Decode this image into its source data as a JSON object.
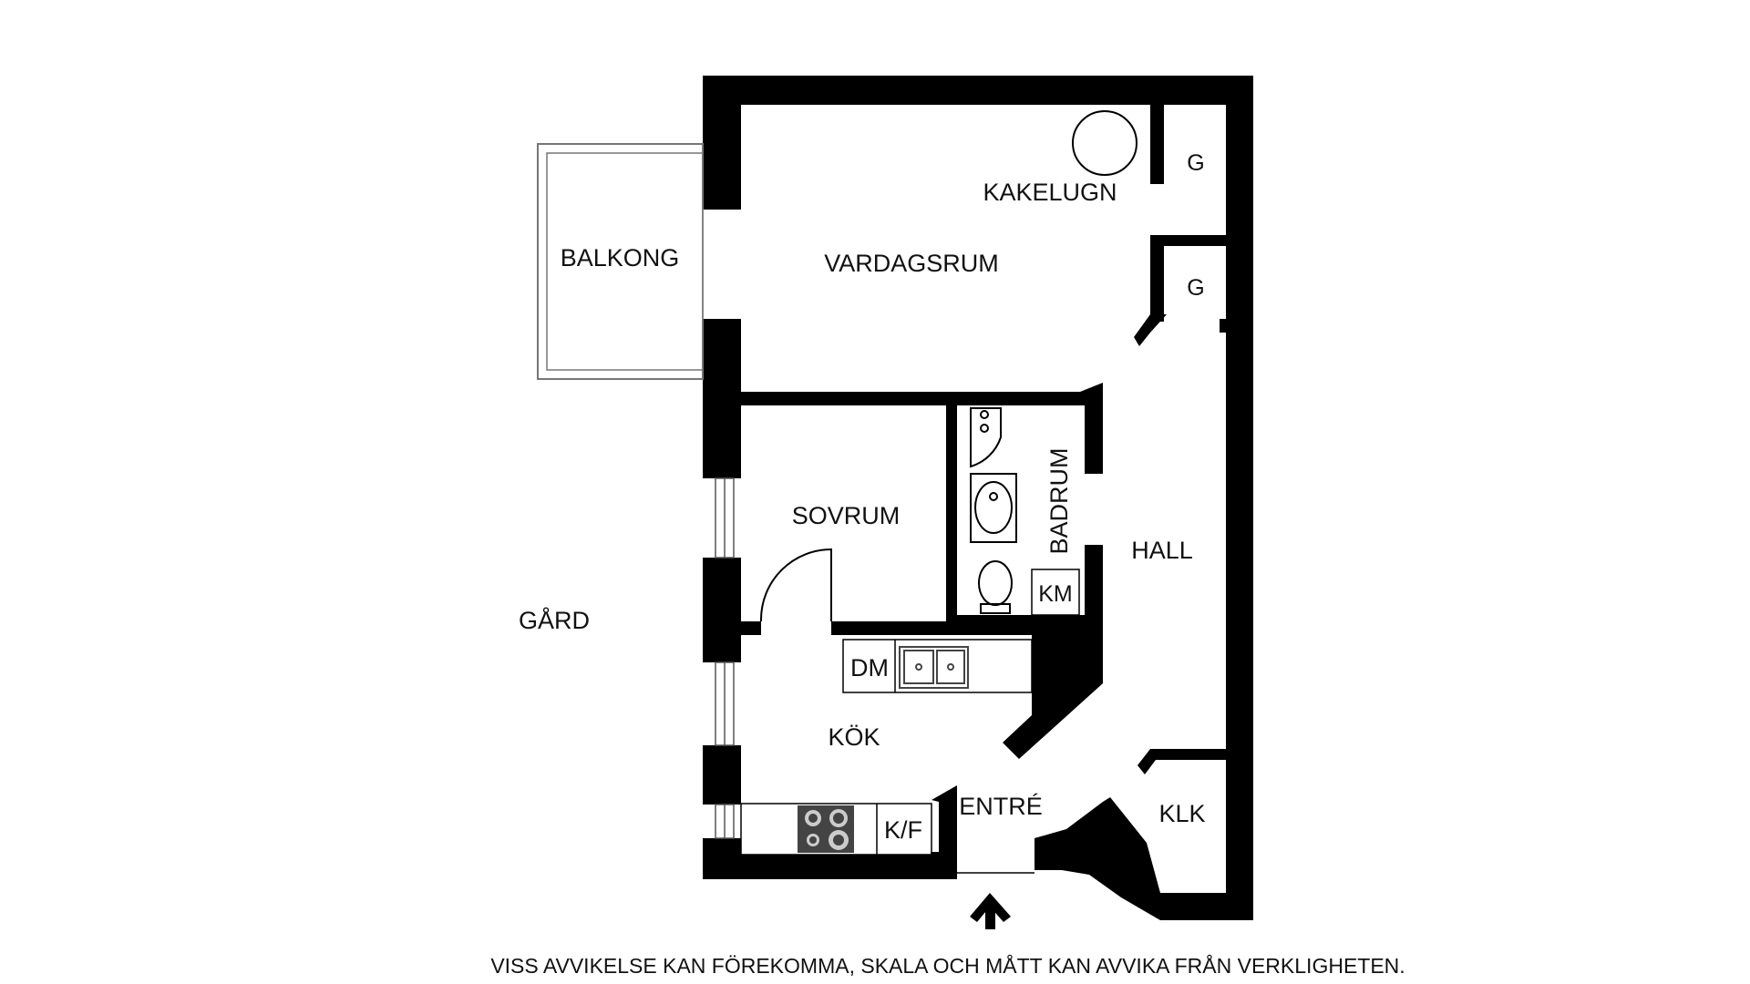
{
  "colors": {
    "wall": "#000000",
    "fixture": "#444444",
    "background": "#ffffff"
  },
  "labels": {
    "balkong": "BALKONG",
    "kakelugn": "KAKELUGN",
    "vardagsrum": "VARDAGSRUM",
    "g_upper": "G",
    "g_lower": "G",
    "sovrum": "SOVRUM",
    "badrum": "BADRUM",
    "hall": "HALL",
    "km": "KM",
    "gard": "GÅRD",
    "dm": "DM",
    "kok": "KÖK",
    "entre": "ENTRÉ",
    "klk": "KLK",
    "kf": "K/F"
  },
  "footer_note": "VISS AVVIKELSE KAN FÖREKOMMA, SKALA OCH MÅTT KAN AVVIKA FRÅN VERKLIGHETEN.",
  "icons": [
    "stove-icon",
    "sink-icon",
    "toilet-icon",
    "washbasin-icon",
    "shower-icon",
    "entrance-arrow-icon"
  ]
}
